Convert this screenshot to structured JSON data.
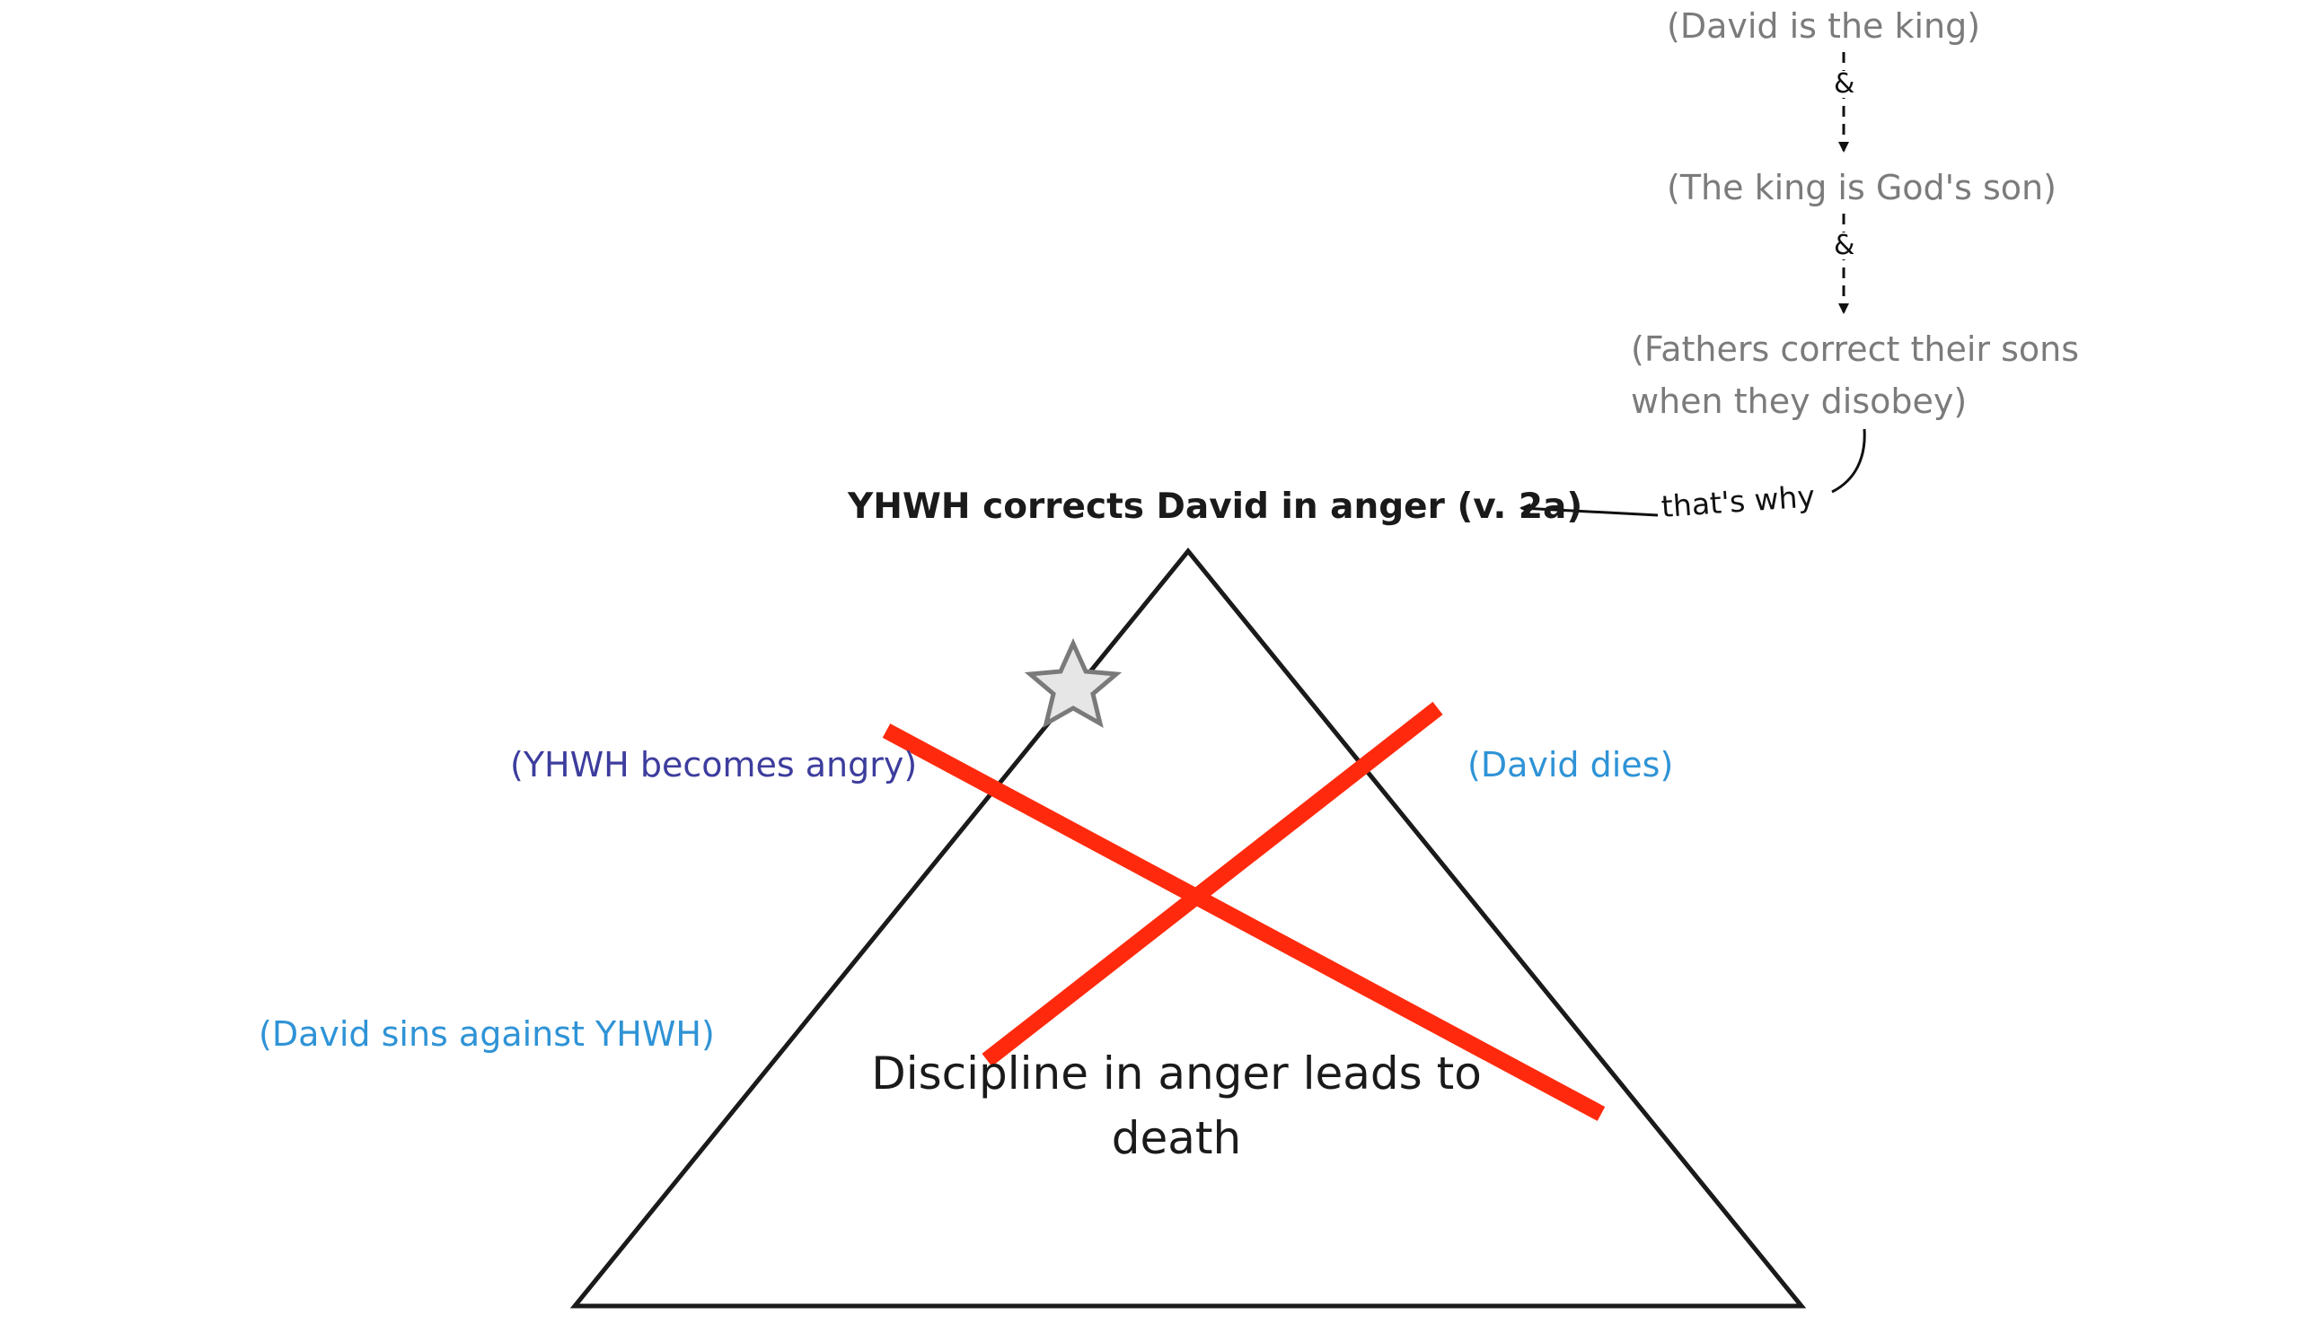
{
  "nodes": {
    "david_king": "(David is the king)",
    "king_son": "(The king is God's son)",
    "fathers_line1": "(Fathers correct their sons",
    "fathers_line2": "when they disobey)",
    "main_claim": "YHWH corrects David in anger (v. 2a)",
    "angry": "(YHWH becomes angry)",
    "dies": "(David dies)",
    "sins": "(David sins against YHWH)",
    "center": "Discipline in anger leads to death"
  },
  "connectors": {
    "amp1": "&",
    "amp2": "&",
    "thats_why": "that's why"
  },
  "colors": {
    "grey_text": "#7b7b7b",
    "indigo_text": "#3d3d9e",
    "blue_text": "#2f93d6",
    "cross_red": "#ff2a0d",
    "star_fill": "#e6e6e6",
    "star_stroke": "#7a7a7a"
  },
  "icons": {
    "star": "star-icon",
    "cross": "red-x-mark"
  }
}
